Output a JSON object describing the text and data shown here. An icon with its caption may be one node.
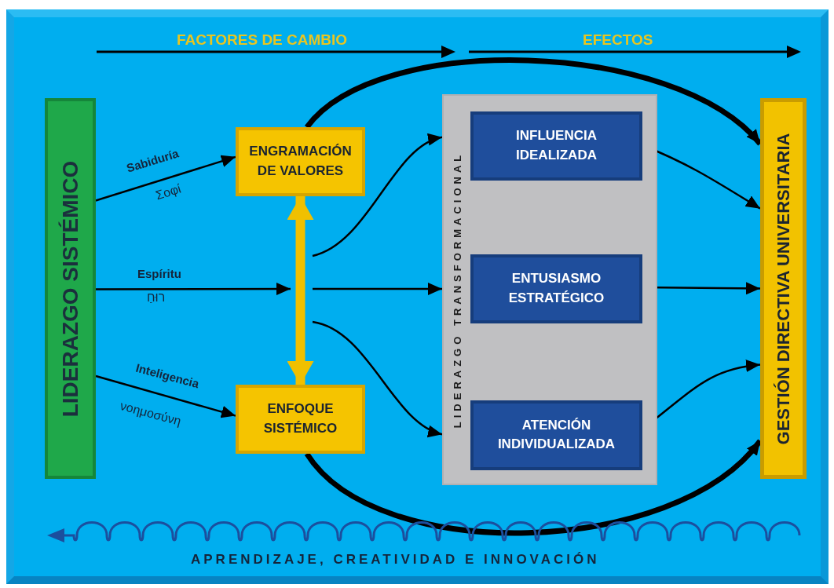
{
  "diagram": {
    "nodes": [
      {
        "text": [
          "LIDERAZGO SISTÉMICO"
        ]
      },
      {
        "text": [
          "ENGRAMACIÓN DE VALORES"
        ]
      },
      {
        "text": [
          "ENFOQUE SISTÉMICO"
        ]
      },
      {
        "text": [
          "LIDERAZGO TRANSFORMACIONAL"
        ]
      },
      {
        "text": [
          "INFLUENCIA IDEALIZADA"
        ],
        "in": 3
      },
      {
        "text": [
          "ENTUSIASMO ESTRATÉGICO"
        ],
        "in": 3
      },
      {
        "text": [
          "ATENCIÓN INDIVIDUALIZADA"
        ],
        "in": 3
      },
      {
        "text": [
          "GESTIÓN DIRECTIVA UNIVERSITARIA"
        ]
      }
    ],
    "edges": [
      {
        "from": 0,
        "to": 1,
        "arrow": "to",
        "label": "Sabiduría"
      },
      {
        "from": 0,
        "to": null,
        "arrow": "to",
        "label": "Espíritu"
      },
      {
        "from": 1,
        "to": 2,
        "arrow": "both",
        "style": "thick",
        "color": "#f0c000"
      },
      {
        "from": null,
        "to": 3,
        "arrow": "to"
      },
      {
        "from": null,
        "to": 3,
        "arrow": "to"
      },
      {
        "from": null,
        "to": 3,
        "arrow": "to"
      },
      {
        "from": 0,
        "to": 2,
        "arrow": "to",
        "label": "Inteligencia"
      },
      {
        "from": 1,
        "to": 7,
        "arrow": "to",
        "style": "thick"
      },
      {
        "from": 4,
        "to": 7,
        "arrow": "to"
      },
      {
        "from": 5,
        "to": 7,
        "arrow": "to"
      },
      {
        "from": 6,
        "to": 7,
        "arrow": "to"
      },
      {
        "from": 2,
        "to": 7,
        "arrow": "to",
        "style": "thick"
      }
    ],
    "labels": [
      "FACTORES DE CAMBIO",
      "EFECTOS",
      "Σοφί",
      "רוּחַ",
      "νοημοσύνη",
      "APRENDIZAJE, CREATIVIDAD E INNOVACIÓN"
    ]
  }
}
